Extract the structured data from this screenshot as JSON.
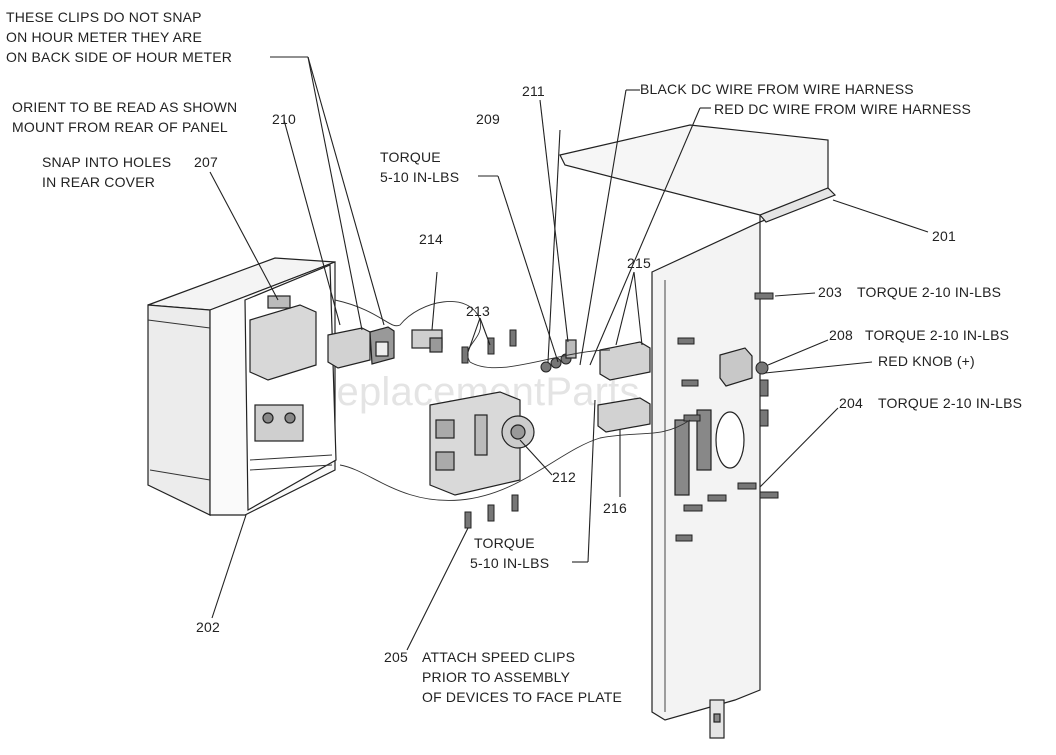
{
  "diagram": {
    "watermark": "eReplacementParts.com",
    "callouts": {
      "c201": "201",
      "c202": "202",
      "c203": "203",
      "c204": "204",
      "c205": "205",
      "c207": "207",
      "c208": "208",
      "c209": "209",
      "c210": "210",
      "c211": "211",
      "c212": "212",
      "c213": "213",
      "c214": "214",
      "c215": "215",
      "c216": "216"
    },
    "notes": {
      "clips_line1": "THESE CLIPS DO NOT  SNAP",
      "clips_line2": "ON HOUR METER THEY ARE",
      "clips_line3": "ON BACK SIDE OF HOUR METER",
      "orient_line1": "ORIENT TO BE READ AS SHOWN",
      "orient_line2": "MOUNT FROM REAR OF PANEL",
      "snap_line1": "SNAP INTO HOLES",
      "snap_line2": "IN REAR COVER",
      "torque_top_line1": "TORQUE",
      "torque_top_line2": "5-10 IN-LBS",
      "black_wire": "BLACK DC WIRE FROM WIRE HARNESS",
      "red_wire": "RED DC WIRE FROM WIRE HARNESS",
      "torque_203": "TORQUE 2-10 IN-LBS",
      "torque_208": "TORQUE 2-10 IN-LBS",
      "red_knob": "RED KNOB (+)",
      "torque_204": "TORQUE 2-10 IN-LBS",
      "torque_bottom_line1": "TORQUE",
      "torque_bottom_line2": "5-10 IN-LBS",
      "speed_line1": "ATTACH SPEED CLIPS",
      "speed_line2": "PRIOR TO ASSEMBLY",
      "speed_line3": "OF DEVICES TO FACE PLATE"
    }
  }
}
